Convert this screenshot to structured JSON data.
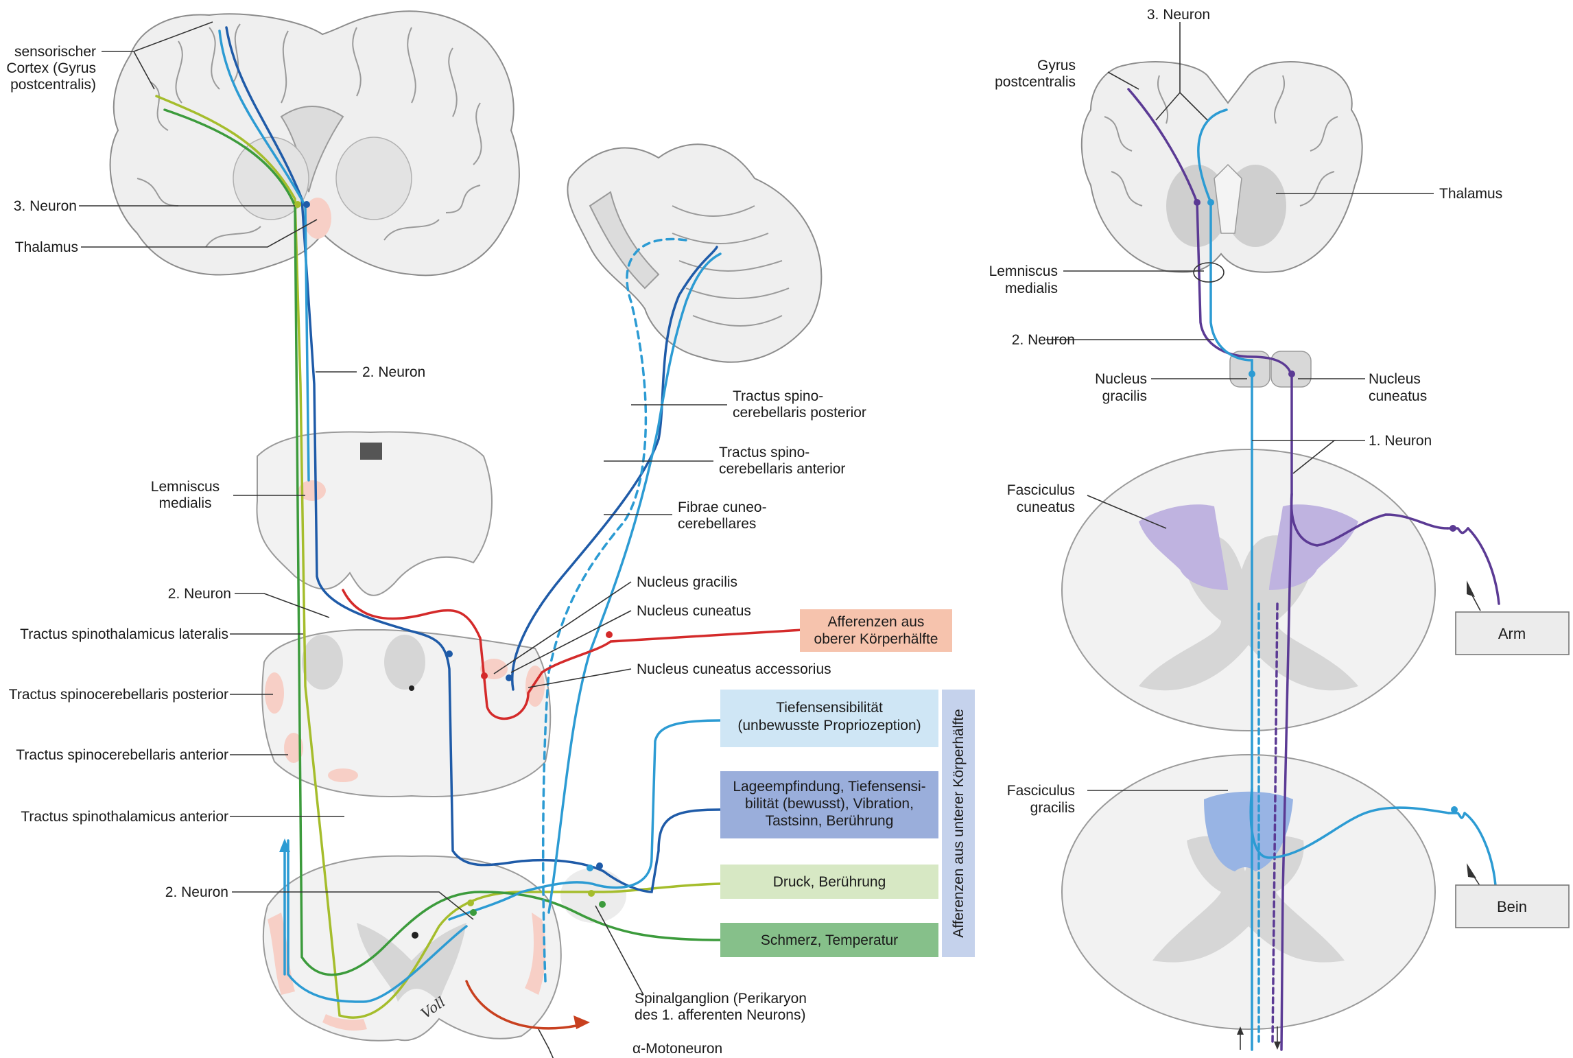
{
  "left": {
    "labels": {
      "cortex": [
        "sensorischer",
        "Cortex (Gyrus",
        "postcentralis)"
      ],
      "neuron3": "3. Neuron",
      "thalamus": "Thalamus",
      "neuron2_upper": "2. Neuron",
      "lemniscus": [
        "Lemniscus",
        "medialis"
      ],
      "neuron2_mid": "2. Neuron",
      "tract_st_lat": "Tractus spinothalamicus lateralis",
      "tract_sc_post_left": "Tractus spinocerebellaris posterior",
      "tract_sc_ant_left": "Tractus spinocerebellaris anterior",
      "tract_st_ant": "Tractus spinothalamicus anterior",
      "neuron2_low": "2. Neuron",
      "tract_sc_post_right": [
        "Tractus spino-",
        "cerebellaris posterior"
      ],
      "tract_sc_ant_right": [
        "Tractus spino-",
        "cerebellaris anterior"
      ],
      "fibrae": [
        "Fibrae cuneo-",
        "cerebellares"
      ],
      "n_gracilis": "Nucleus gracilis",
      "n_cuneatus": "Nucleus cuneatus",
      "n_cun_acc": "Nucleus cuneatus accessorius",
      "ganglion": [
        "Spinalganglion (Perikaryon",
        "des 1. afferenten Neurons)"
      ],
      "motoneuron": "α-Motoneuron",
      "signature": "Voll"
    },
    "boxes": {
      "afferenzen_oben": [
        "Afferenzen aus",
        "oberer Körperhälfte"
      ],
      "tiefen": [
        "Tiefensensibilität",
        "(unbewusste Propriozeption)"
      ],
      "lage": [
        "Lageempfindung, Tiefensensi-",
        "bilität (bewusst), Vibration,",
        "Tastsinn, Berührung"
      ],
      "druck": "Druck, Berührung",
      "schmerz": "Schmerz, Temperatur",
      "afferenzen_unten": "Afferenzen aus unterer Körperhälfte"
    }
  },
  "right": {
    "labels": {
      "neuron3": "3. Neuron",
      "gyrus": [
        "Gyrus",
        "postcentralis"
      ],
      "thalamus": "Thalamus",
      "lemniscus": [
        "Lemniscus",
        "medialis"
      ],
      "neuron2": "2. Neuron",
      "n_gracilis": [
        "Nucleus",
        "gracilis"
      ],
      "n_cuneatus": [
        "Nucleus",
        "cuneatus"
      ],
      "neuron1": "1. Neuron",
      "fasc_cuneatus": [
        "Fasciculus",
        "cuneatus"
      ],
      "fasc_gracilis": [
        "Fasciculus",
        "gracilis"
      ],
      "arm": "Arm",
      "bein": "Bein"
    }
  },
  "colors": {
    "red": "#d42a2a",
    "dark_blue": "#1f5ba8",
    "light_blue": "#2c9bd3",
    "yellow_green": "#a5bd2c",
    "green": "#3c9b3c",
    "purple": "#5b3a94",
    "orange_red": "#c8401f",
    "box_salmon": "#f6c3ad",
    "box_light_blue": "#cfe6f5",
    "box_blue": "#9aaedb",
    "box_light_green": "#d7e8c4",
    "box_green": "#86c08a",
    "box_lavender": "#c5d2ec",
    "box_gray": "#ececec",
    "fasc_cuneatus": "#bfb3e0",
    "fasc_gracilis": "#98b4e4",
    "spinal_pink": "#f7cfc6"
  }
}
